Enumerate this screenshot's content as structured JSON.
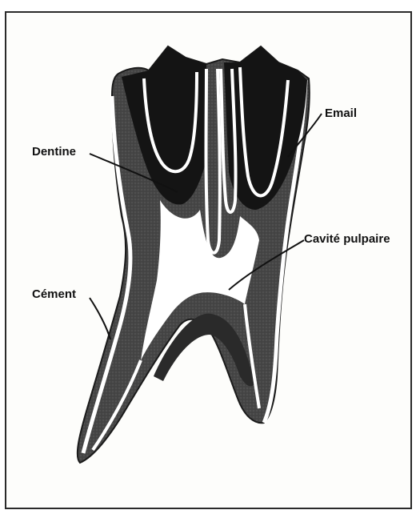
{
  "labels": {
    "email": "Email",
    "dentine": "Dentine",
    "cavite_pulpaire": "Cavité pulpaire",
    "cement": "Cément"
  },
  "colors": {
    "enamel_dark": "#141414",
    "dentin_gray": "#4a4a4a",
    "pulp_white": "#ffffff",
    "outline": "#1a1a1a"
  }
}
